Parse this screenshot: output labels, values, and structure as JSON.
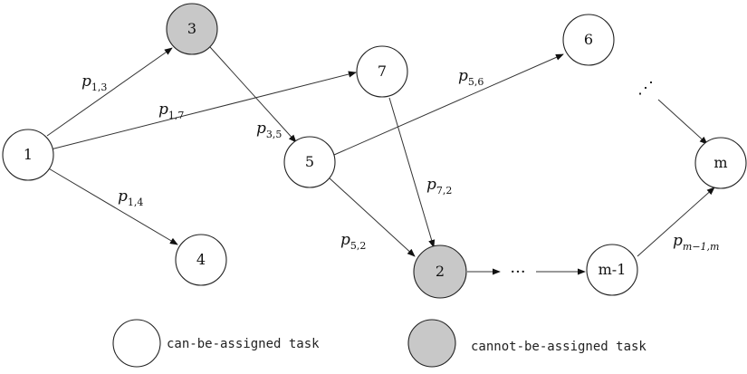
{
  "nodes": {
    "n1": {
      "label": "1",
      "assignable": true
    },
    "n3": {
      "label": "3",
      "assignable": false
    },
    "n7": {
      "label": "7",
      "assignable": true
    },
    "n5": {
      "label": "5",
      "assignable": true
    },
    "n4": {
      "label": "4",
      "assignable": true
    },
    "n2": {
      "label": "2",
      "assignable": false
    },
    "n6": {
      "label": "6",
      "assignable": true
    },
    "nm": {
      "label": "m",
      "assignable": true
    },
    "nm1": {
      "label": "m-1",
      "assignable": true
    }
  },
  "edge_labels": {
    "p13": {
      "base": "p",
      "sub": "1,3"
    },
    "p17": {
      "base": "p",
      "sub": "1,7"
    },
    "p14": {
      "base": "p",
      "sub": "1,4"
    },
    "p35": {
      "base": "p",
      "sub": "3,5"
    },
    "p56": {
      "base": "p",
      "sub": "5,6"
    },
    "p72": {
      "base": "p",
      "sub": "7,2"
    },
    "p52": {
      "base": "p",
      "sub": "5,2"
    },
    "pm1m": {
      "base": "p",
      "sub": "m−1,m"
    }
  },
  "ellipsis": {
    "path_2_to_m1": "···",
    "path_6_to_m": "⋰"
  },
  "legend": {
    "assignable_label": "can-be-assigned task",
    "unassignable_label": "cannot-be-assigned task"
  },
  "colors": {
    "assignable_fill": "#ffffff",
    "unassignable_fill": "#c8c8c8",
    "stroke": "#222222"
  }
}
